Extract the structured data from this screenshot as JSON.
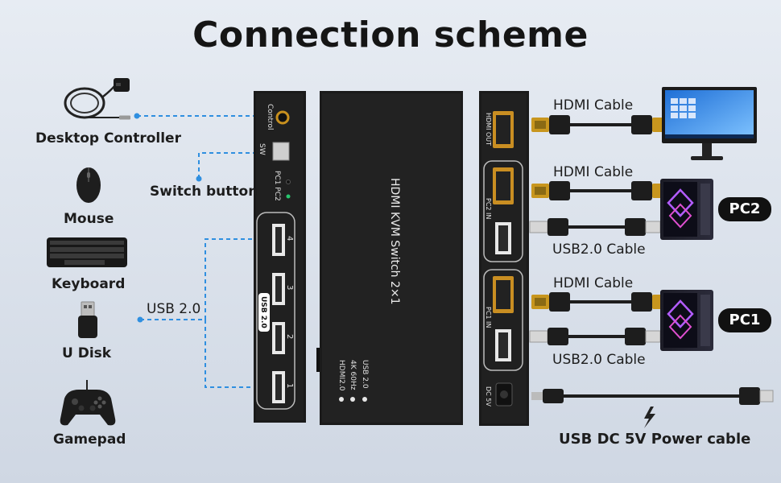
{
  "title": "Connection scheme",
  "devices_left": {
    "desktop_controller": "Desktop Controller",
    "switch_button": "Switch button",
    "mouse": "Mouse",
    "keyboard": "Keyboard",
    "usb": "USB 2.0",
    "udisk": "U Disk",
    "gamepad": "Gamepad"
  },
  "switch": {
    "left_panel": {
      "control": "Control",
      "sw": "SW",
      "pc_labels": "PC1  PC2",
      "usb_group": "USB 2.0",
      "ports": [
        "4",
        "3",
        "2",
        "1"
      ]
    },
    "top_panel": {
      "name": "HDMI KVM Switch 2×1",
      "features": [
        "USB 2.0",
        "4K 60Hz",
        "HDMI2.0"
      ]
    },
    "right_panel": {
      "hdmi_out": "HDMI OUT",
      "pc2_in": "PC2 IN",
      "pc1_in": "PC1 IN",
      "dc": "DC 5V"
    }
  },
  "cables": {
    "hdmi_monitor": "HDMI Cable",
    "hdmi_pc2": "HDMI Cable",
    "usb_pc2": "USB2.0 Cable",
    "hdmi_pc1": "HDMI Cable",
    "usb_pc1": "USB2.0 Cable",
    "power": "USB DC 5V Power cable"
  },
  "pcs": {
    "pc2": "PC2",
    "pc1": "PC1"
  },
  "colors": {
    "accent_blue": "#2f8fe0",
    "device_black": "#151515",
    "background": "#dde3ec"
  }
}
